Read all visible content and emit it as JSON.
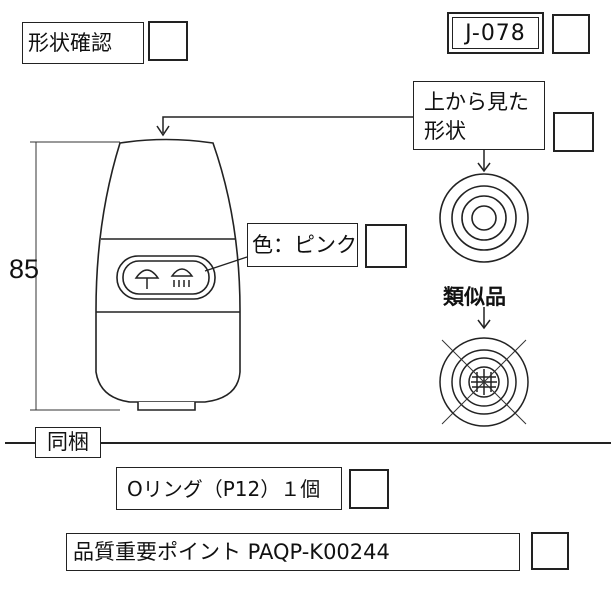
{
  "header": {
    "shape_confirm_label": "形状確認",
    "part_code": "J-078"
  },
  "top_view": {
    "label_line1": "上から見た",
    "label_line2": "形状"
  },
  "dimension": {
    "height_value": "85"
  },
  "color_note": {
    "label": "色：ピンク"
  },
  "similar": {
    "label": "類似品"
  },
  "bundled": {
    "section_label": "同梱",
    "item_label": "Oリング（P12）１個"
  },
  "quality": {
    "label": "品質重要ポイント PAQP-K00244"
  }
}
